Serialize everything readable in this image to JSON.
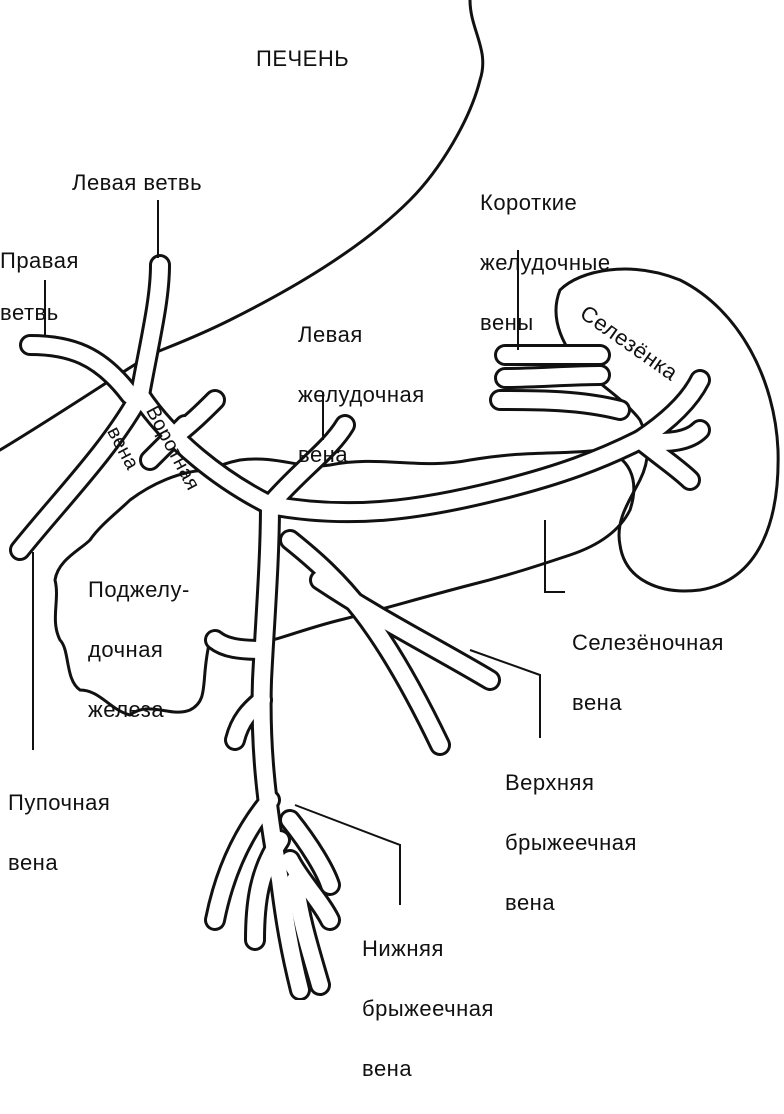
{
  "diagram": {
    "labels": {
      "liver": "ПЕЧЕНЬ",
      "left_branch": "Левая ветвь",
      "right_branch_1": "Правая",
      "right_branch_2": "ветвь",
      "short_gastric_1": "Короткие",
      "short_gastric_2": "желудочные",
      "short_gastric_3": "вены",
      "spleen": "Селезёнка",
      "left_gastric_1": "Левая",
      "left_gastric_2": "желудочная",
      "left_gastric_3": "вена",
      "portal_1": "Воротная",
      "portal_2": "вена",
      "pancreas_1": "Поджелу-",
      "pancreas_2": "дочная",
      "pancreas_3": "железа",
      "splenic_vein_1": "Селезёночная",
      "splenic_vein_2": "вена",
      "superior_mesenteric_1": "Верхняя",
      "superior_mesenteric_2": "брыжеечная",
      "superior_mesenteric_3": "вена",
      "umbilical_1": "Пупочная",
      "umbilical_2": "вена",
      "inferior_mesenteric_1": "Нижняя",
      "inferior_mesenteric_2": "брыжеечная",
      "inferior_mesenteric_3": "вена"
    }
  }
}
